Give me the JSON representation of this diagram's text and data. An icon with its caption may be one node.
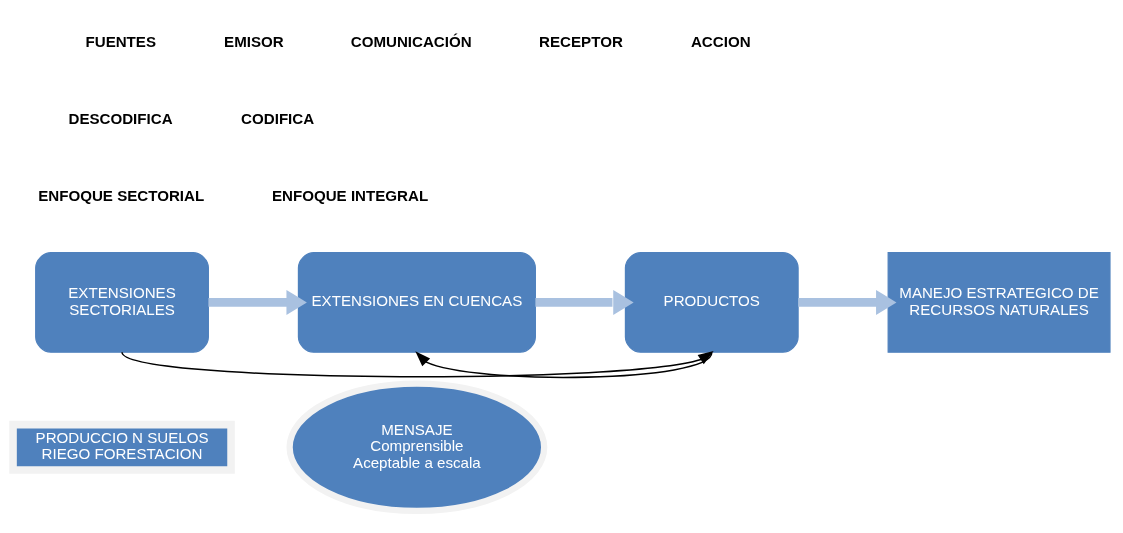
{
  "diagram": {
    "nodes": [
      {
        "text": [
          "EXTENSIONES SECTORIALES"
        ]
      },
      {
        "text": [
          "EXTENSIONES EN CUENCAS"
        ]
      },
      {
        "text": [
          "PRODUCTOS"
        ]
      },
      {
        "text": [
          "MANEJO ESTRATEGICO DE RECURSOS NATURALES"
        ]
      },
      {
        "text": [
          "PRODUCCIO N SUELOS RIEGO FORESTACION"
        ]
      },
      {
        "text": [
          "MENSAJE",
          "Comprensible",
          "Aceptable a escala"
        ]
      }
    ],
    "edges": [
      {
        "from": 0,
        "to": 1,
        "arrow": "to"
      },
      {
        "from": 1,
        "to": 2,
        "arrow": "to"
      },
      {
        "from": 2,
        "to": 3,
        "arrow": "to"
      },
      {
        "from": 2,
        "to": 1,
        "arrow": "to",
        "color": "#000000"
      },
      {
        "from": 0,
        "to": 2,
        "arrow": "to",
        "color": "#000000"
      }
    ],
    "labels": [
      "FUENTES",
      "EMISOR",
      "COMUNICACIÓN",
      "RECEPTOR",
      "ACCION",
      "DESCODIFICA",
      "CODIFICA",
      "ENFOQUE SECTORIAL",
      "ENFOQUE INTEGRAL"
    ]
  }
}
